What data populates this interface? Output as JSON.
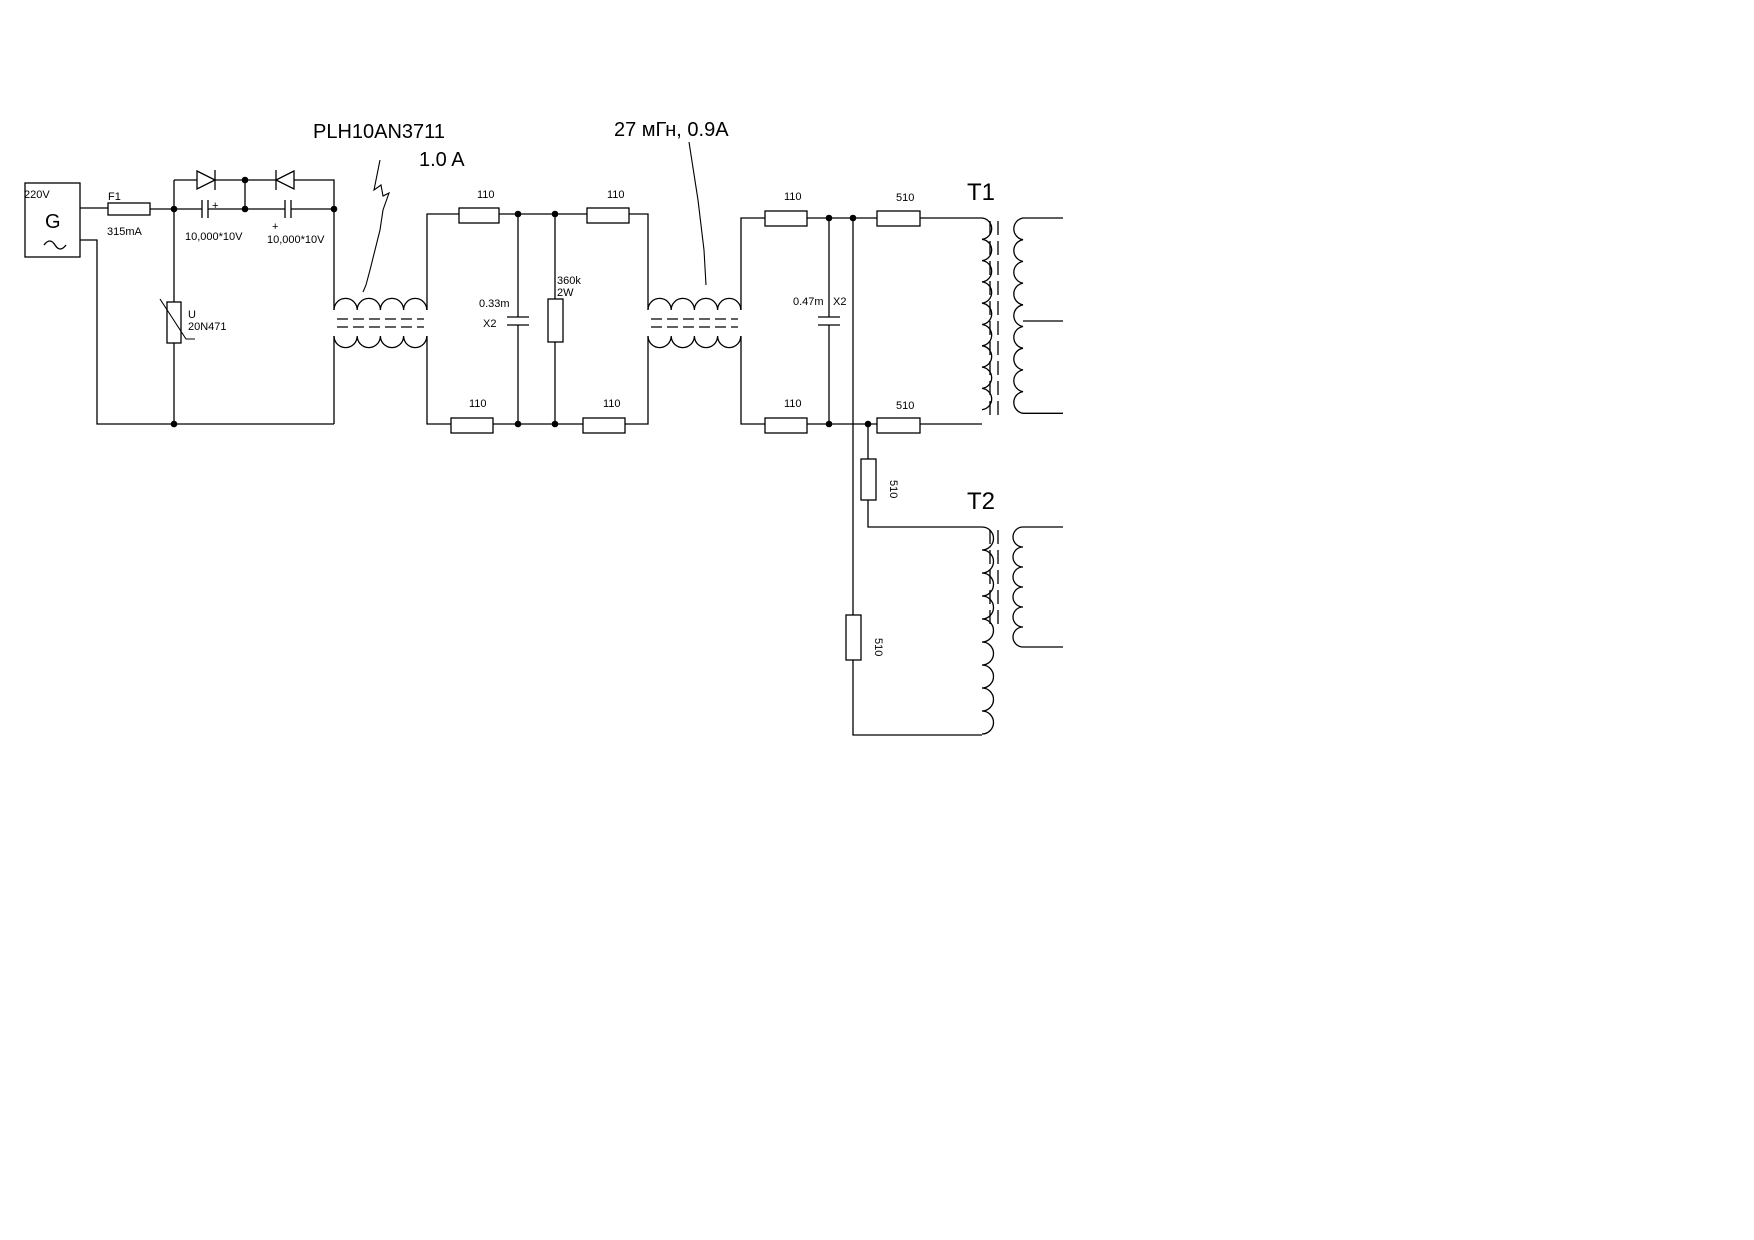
{
  "diagram": {
    "source": {
      "voltage": "220V",
      "symbol": "G",
      "glyph": "~"
    },
    "fuse": {
      "ref": "F1",
      "rating": "315mA"
    },
    "caps": [
      {
        "value": "10,000*10V",
        "polarity": "+"
      },
      {
        "value": "10,000*10V",
        "polarity": "+"
      }
    ],
    "varistor": {
      "ref": "U",
      "part": "20N471"
    },
    "choke1": {
      "part": "PLH10AN3711",
      "rating": "1.0 A"
    },
    "choke2": {
      "rating": "27 мГн, 0.9А"
    },
    "r110": [
      "110",
      "110",
      "110",
      "110",
      "110",
      "110"
    ],
    "cap033": {
      "value": "0.33m",
      "class": "X2"
    },
    "r360k": {
      "value": "360k",
      "power": "2W"
    },
    "cap047": {
      "value": "0.47m",
      "class": "X2"
    },
    "r510": [
      "510",
      "510",
      "510",
      "510"
    ],
    "transformers": [
      "T1",
      "T2"
    ]
  }
}
